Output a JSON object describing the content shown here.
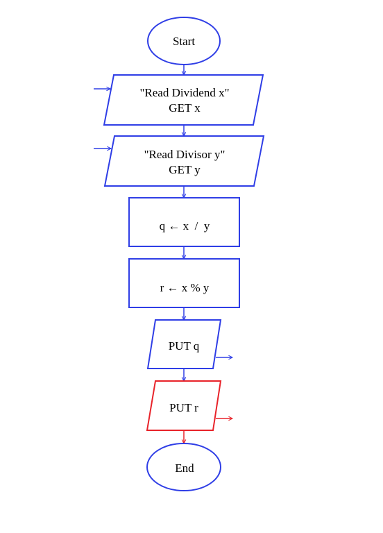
{
  "colors": {
    "primary": "#2f3ee6",
    "highlight": "#e8232a",
    "text": "#000000"
  },
  "nodes": {
    "start": {
      "label": "Start"
    },
    "read_dividend": {
      "line1": "\"Read Dividend x\"",
      "line2": "GET x"
    },
    "read_divisor": {
      "line1": "\"Read Divisor y\"",
      "line2": "GET y"
    },
    "quotient": {
      "label": "q ← x  /  y"
    },
    "remainder": {
      "label": "r ← x % y"
    },
    "put_q": {
      "label": "PUT q"
    },
    "put_r": {
      "label": "PUT r"
    },
    "end": {
      "label": "End"
    }
  }
}
